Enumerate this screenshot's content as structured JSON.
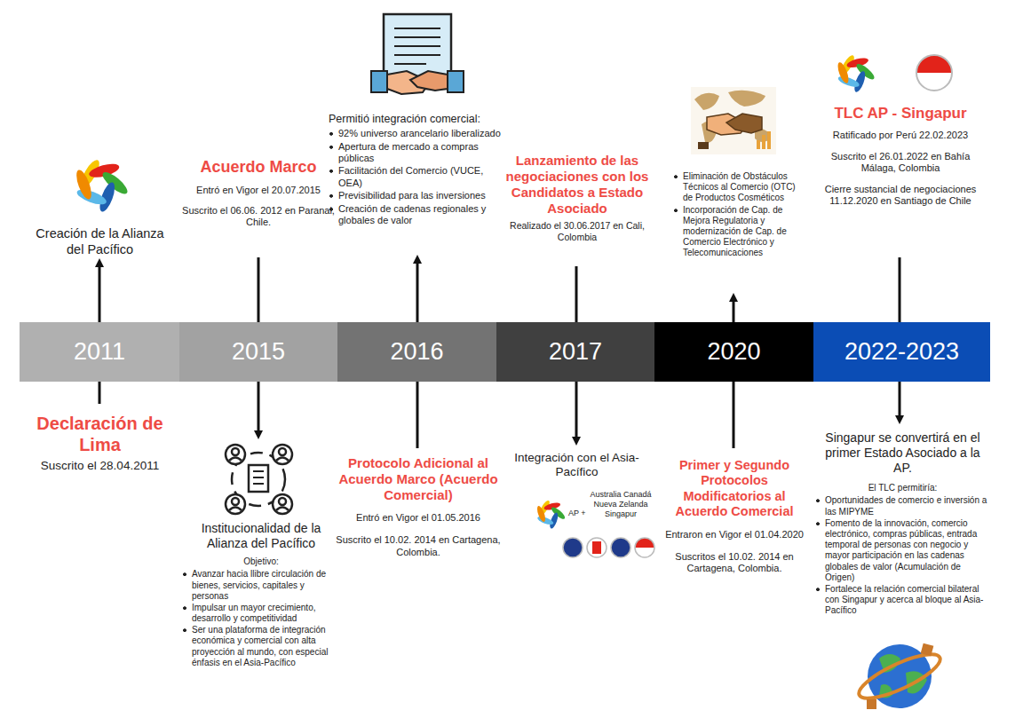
{
  "diagram": {
    "nodes": [
      {
        "text": [
          "2011"
        ]
      },
      {
        "text": [
          "2015"
        ]
      },
      {
        "text": [
          "2016"
        ]
      },
      {
        "text": [
          "2017"
        ]
      },
      {
        "text": [
          "2020"
        ]
      },
      {
        "text": [
          "2022-2023"
        ]
      }
    ],
    "labels": [
      "Creación de la Alianza del Pacífico",
      "Declaración de Lima",
      "Suscrito el 28.04.2011",
      "Acuerdo Marco",
      "Entró en Vigor el 20.07.2015",
      "Suscrito el 06.06. 2012 en Paranal, Chile.",
      "Institucionalidad de la Alianza del Pacífico",
      "Objetivo:",
      "Avanzar hacia llibre circulación de bienes, servicios, capitales y personas",
      "Impulsar un mayor crecimiento, desarrollo y competitividad",
      "Ser una plataforma de integración económica y comercial con alta proyección al mundo, con especial énfasis en el Asia-Pacífico",
      "Permitió integración comercial:",
      "92% universo arancelario liberalizado",
      "Apertura de mercado a compras públicas",
      "Facilitación del Comercio (VUCE, OEA)",
      "Previsibilidad para las inversiones",
      "Creación de cadenas regionales y globales de valor",
      "Protocolo Adicional al Acuerdo Marco (Acuerdo Comercial)",
      "Entró en Vigor el 01.05.2016",
      "Suscrito el 10.02. 2014 en Cartagena, Colombia.",
      "Lanzamiento de las negociaciones con los Candidatos a Estado Asociado",
      "Realizado el 30.06.2017 en Cali, Colombia",
      "Integración con el Asia-Pacífico",
      "AP +",
      "Australia Canadá Nueva Zelanda Singapur",
      "Eliminación de Obstáculos Técnicos al Comercio (OTC) de Productos Cosméticos",
      "Incorporación de Cap. de Mejora Regulatoria y modernización de Cap. de Comercio Electrónico y Telecomunicaciones",
      "Primer y Segundo Protocolos Modificatorios al Acuerdo Comercial",
      "Entraron en Vigor el 01.04.2020",
      "Suscritos el 10.02. 2014 en Cartagena, Colombia.",
      "TLC AP - Singapur",
      "Ratificado por Perú 22.02.2023",
      "Suscrito el 26.01.2022 en Bahía Málaga, Colombia",
      "Cierre sustancial de negociaciones 11.12.2020 en Santiago de Chile",
      "Singapur se convertirá en el primer Estado Asociado a la AP.",
      "El TLC permitiría:",
      "Oportunidades de comercio e inversión a las MIPYME",
      "Fomento de la innovación, comercio electrónico, compras públicas, entrada temporal de personas con negocio y mayor participación en las cadenas globales de valor (Acumulación de Origen)",
      "Fortalece la relación comercial bilateral con Singapur y acerca al bloque al Asia-Pacífico"
    ]
  }
}
